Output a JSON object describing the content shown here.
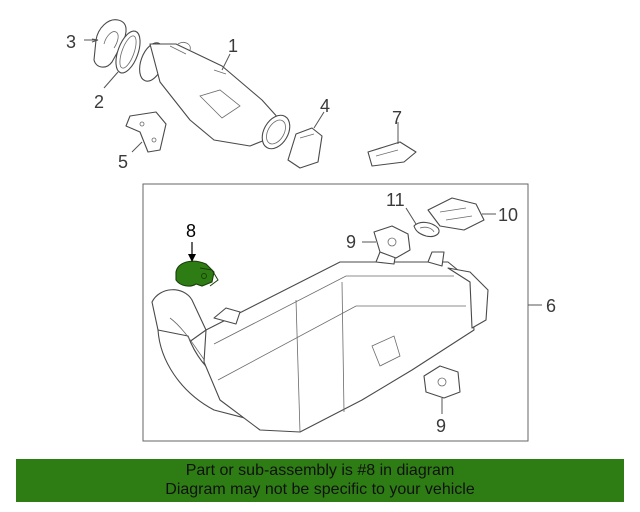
{
  "callouts": {
    "c1": "1",
    "c2": "2",
    "c3": "3",
    "c4": "4",
    "c5": "5",
    "c6": "6",
    "c7": "7",
    "c8": "8",
    "c9a": "9",
    "c9b": "9",
    "c10": "10",
    "c11": "11"
  },
  "highlight_color": "#2e7d14",
  "banner": {
    "line1": "Part or sub-assembly is #8 in diagram",
    "line2": "Diagram may not be specific to your vehicle"
  }
}
